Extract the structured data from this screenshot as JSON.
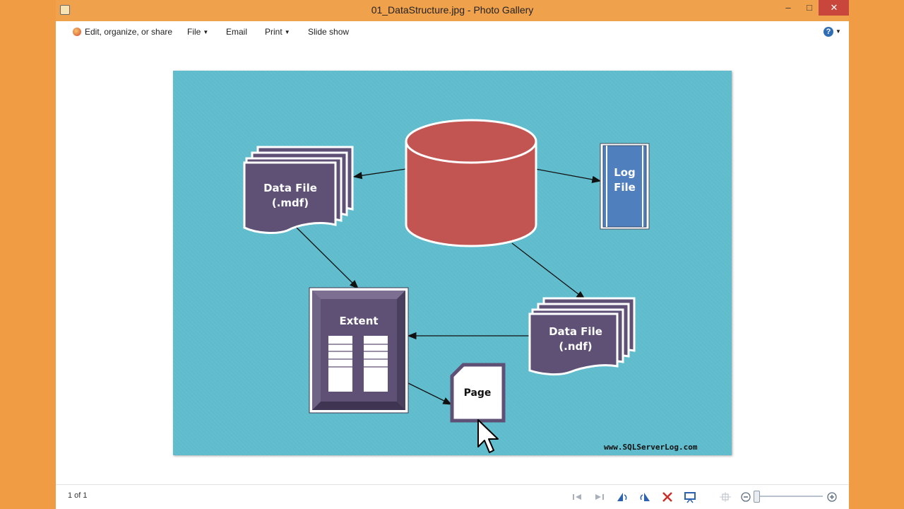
{
  "window": {
    "title": "01_DataStructure.jpg - Photo Gallery",
    "controls": {
      "minimize": "–",
      "maximize": "□",
      "close": "✕"
    }
  },
  "toolbar": {
    "edit_label": "Edit, organize, or share",
    "file_label": "File",
    "email_label": "Email",
    "print_label": "Print",
    "slideshow_label": "Slide show",
    "help_icon": "?"
  },
  "diagram": {
    "nodes": {
      "data_file_mdf": "Data File\n(.mdf)",
      "log_file": "Log\nFile",
      "extent": "Extent",
      "data_file_ndf": "Data File\n(.ndf)",
      "page": "Page"
    },
    "watermark": "www.SQLServerLog.com",
    "colors": {
      "background": "#5fbccc",
      "purple": "#5f5175",
      "red": "#c25452",
      "blue": "#4f7fbd"
    }
  },
  "statusbar": {
    "page_count": "1 of 1",
    "icons": [
      "first-icon",
      "last-icon",
      "rotate-left-icon",
      "rotate-right-icon",
      "delete-icon",
      "slideshow-icon",
      "actual-size-icon",
      "zoom-out-icon",
      "zoom-in-icon"
    ]
  }
}
